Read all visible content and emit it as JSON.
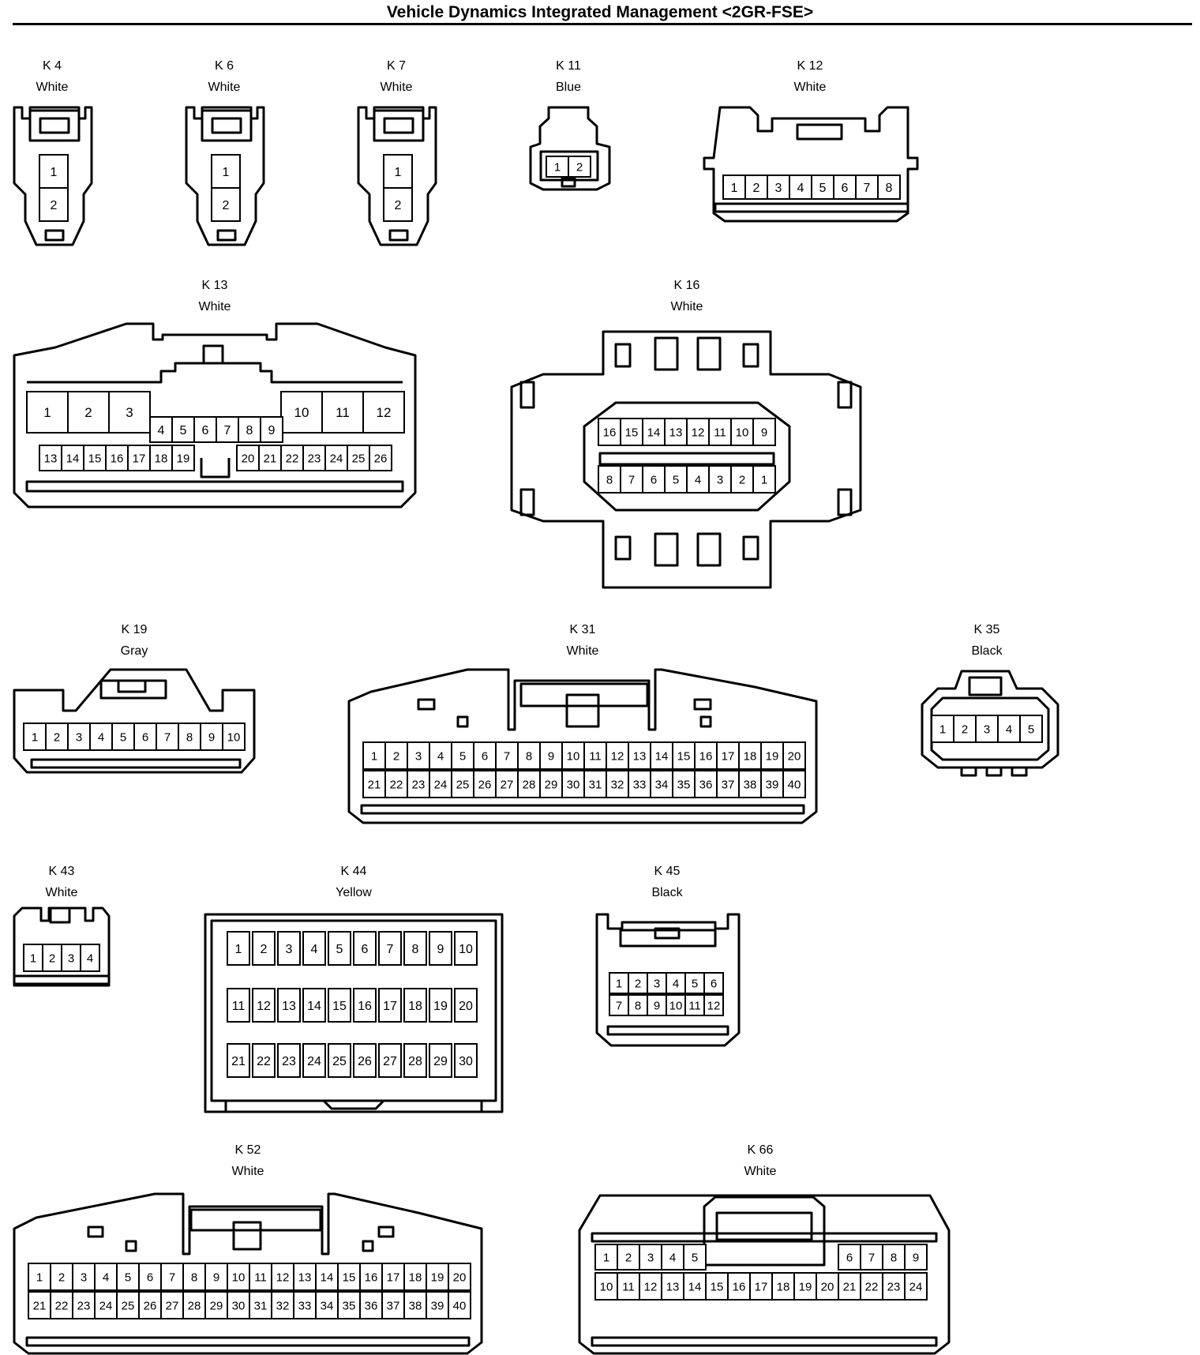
{
  "title": "Vehicle Dynamics Integrated Management <2GR-FSE>",
  "connectors": [
    {
      "id": "K 4",
      "color": "White",
      "pins": [
        [
          "1"
        ],
        [
          "2"
        ]
      ]
    },
    {
      "id": "K 6",
      "color": "White",
      "pins": [
        [
          "1"
        ],
        [
          "2"
        ]
      ]
    },
    {
      "id": "K 7",
      "color": "White",
      "pins": [
        [
          "1"
        ],
        [
          "2"
        ]
      ]
    },
    {
      "id": "K 11",
      "color": "Blue",
      "pins": [
        [
          "1",
          "2"
        ]
      ]
    },
    {
      "id": "K 12",
      "color": "White",
      "pins": [
        [
          "1",
          "2",
          "3",
          "4",
          "5",
          "6",
          "7",
          "8"
        ]
      ]
    },
    {
      "id": "K 13",
      "color": "White",
      "pins": [
        [
          "1",
          "2",
          "3",
          "10",
          "11",
          "12"
        ],
        [
          "4",
          "5",
          "6",
          "7",
          "8",
          "9"
        ],
        [
          "13",
          "14",
          "15",
          "16",
          "17",
          "18",
          "19",
          "20",
          "21",
          "22",
          "23",
          "24",
          "25",
          "26"
        ]
      ]
    },
    {
      "id": "K 16",
      "color": "White",
      "pins": [
        [
          "16",
          "15",
          "14",
          "13",
          "12",
          "11",
          "10",
          "9"
        ],
        [
          "8",
          "7",
          "6",
          "5",
          "4",
          "3",
          "2",
          "1"
        ]
      ]
    },
    {
      "id": "K 19",
      "color": "Gray",
      "pins": [
        [
          "1",
          "2",
          "3",
          "4",
          "5",
          "6",
          "7",
          "8",
          "9",
          "10"
        ]
      ]
    },
    {
      "id": "K 31",
      "color": "White",
      "pins": [
        [
          "1",
          "2",
          "3",
          "4",
          "5",
          "6",
          "7",
          "8",
          "9",
          "10",
          "11",
          "12",
          "13",
          "14",
          "15",
          "16",
          "17",
          "18",
          "19",
          "20"
        ],
        [
          "21",
          "22",
          "23",
          "24",
          "25",
          "26",
          "27",
          "28",
          "29",
          "30",
          "31",
          "32",
          "33",
          "34",
          "35",
          "36",
          "37",
          "38",
          "39",
          "40"
        ]
      ]
    },
    {
      "id": "K 35",
      "color": "Black",
      "pins": [
        [
          "1",
          "2",
          "3",
          "4",
          "5"
        ]
      ]
    },
    {
      "id": "K 43",
      "color": "White",
      "pins": [
        [
          "1",
          "2",
          "3",
          "4"
        ]
      ]
    },
    {
      "id": "K 44",
      "color": "Yellow",
      "pins": [
        [
          "1",
          "2",
          "3",
          "4",
          "5",
          "6",
          "7",
          "8",
          "9",
          "10"
        ],
        [
          "11",
          "12",
          "13",
          "14",
          "15",
          "16",
          "17",
          "18",
          "19",
          "20"
        ],
        [
          "21",
          "22",
          "23",
          "24",
          "25",
          "26",
          "27",
          "28",
          "29",
          "30"
        ]
      ]
    },
    {
      "id": "K 45",
      "color": "Black",
      "pins": [
        [
          "1",
          "2",
          "3",
          "4",
          "5",
          "6"
        ],
        [
          "7",
          "8",
          "9",
          "10",
          "11",
          "12"
        ]
      ]
    },
    {
      "id": "K 52",
      "color": "White",
      "pins": [
        [
          "1",
          "2",
          "3",
          "4",
          "5",
          "6",
          "7",
          "8",
          "9",
          "10",
          "11",
          "12",
          "13",
          "14",
          "15",
          "16",
          "17",
          "18",
          "19",
          "20"
        ],
        [
          "21",
          "22",
          "23",
          "24",
          "25",
          "26",
          "27",
          "28",
          "29",
          "30",
          "31",
          "32",
          "33",
          "34",
          "35",
          "36",
          "37",
          "38",
          "39",
          "40"
        ]
      ]
    },
    {
      "id": "K 66",
      "color": "White",
      "pins": [
        [
          "1",
          "2",
          "3",
          "4",
          "5",
          "6",
          "7",
          "8",
          "9"
        ],
        [
          "10",
          "11",
          "12",
          "13",
          "14",
          "15",
          "16",
          "17",
          "18",
          "19",
          "20",
          "21",
          "22",
          "23",
          "24"
        ]
      ]
    }
  ]
}
